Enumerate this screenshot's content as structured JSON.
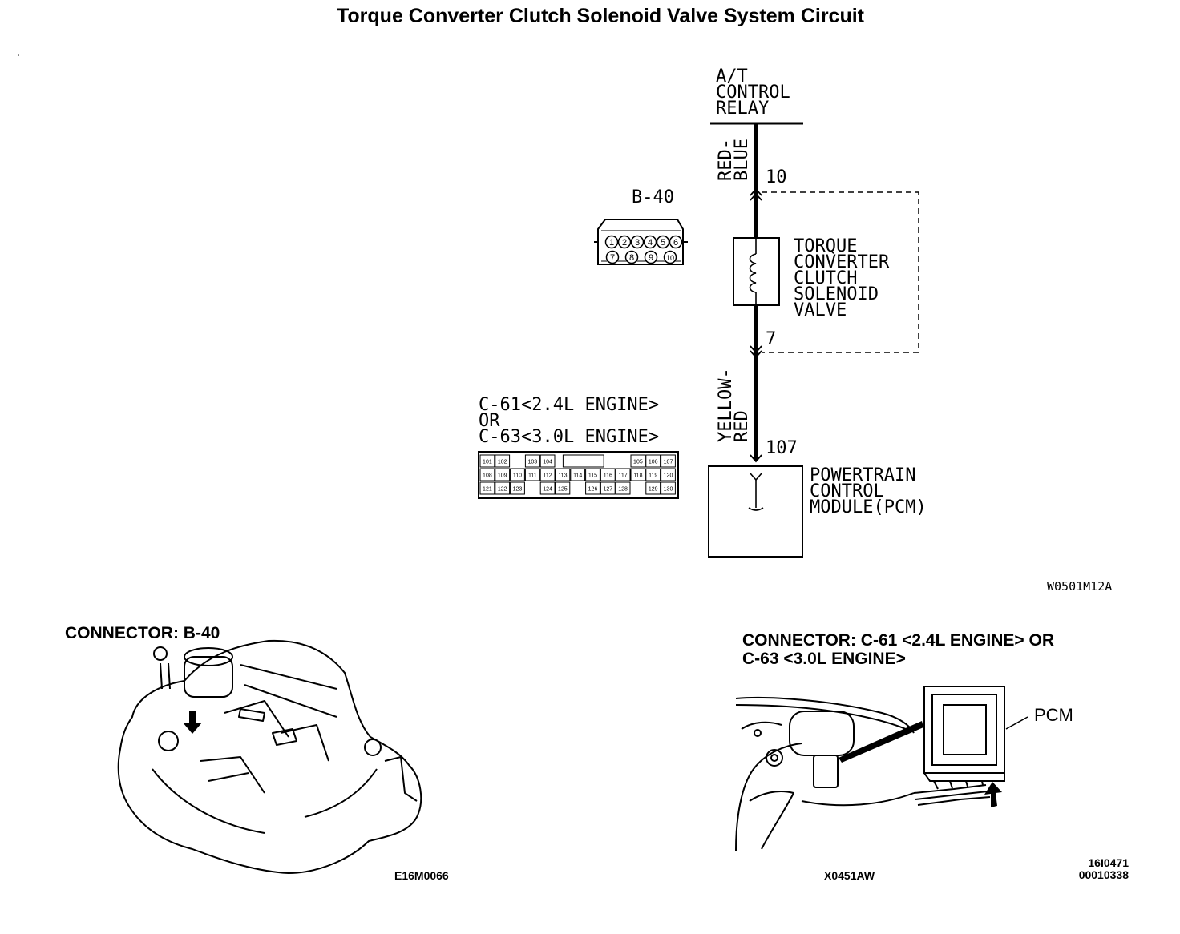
{
  "title": "Torque Converter Clutch Solenoid Valve System Circuit",
  "relay_label": [
    "A/T",
    "CONTROL",
    "RELAY"
  ],
  "wire_top_color": [
    "RED-",
    "BLUE"
  ],
  "wire_bottom_color": [
    "YELLOW-",
    "RED"
  ],
  "pins": {
    "top": "10",
    "mid": "7",
    "bottom": "107"
  },
  "solenoid_label": [
    "TORQUE",
    "CONVERTER",
    "CLUTCH",
    "SOLENOID",
    "VALVE"
  ],
  "pcm_label": [
    "POWERTRAIN",
    "CONTROL",
    "MODULE(PCM)"
  ],
  "b40": {
    "label": "B-40",
    "top_pins": [
      "1",
      "2",
      "3",
      "4",
      "5",
      "6"
    ],
    "bottom_pins": [
      "7",
      "8",
      "9",
      "10"
    ]
  },
  "c61": {
    "label_lines": [
      "C-61<2.4L ENGINE>",
      "OR",
      "C-63<3.0L ENGINE>"
    ],
    "row1": [
      "101",
      "102",
      "",
      "103",
      "104",
      "",
      "",
      "",
      "",
      "",
      "105",
      "106",
      "107"
    ],
    "row2": [
      "108",
      "109",
      "110",
      "111",
      "112",
      "113",
      "114",
      "115",
      "116",
      "117",
      "118",
      "119",
      "120"
    ],
    "row3": [
      "121",
      "122",
      "123",
      "",
      "124",
      "125",
      "",
      "126",
      "127",
      "128",
      "",
      "129",
      "130"
    ]
  },
  "diagram_code": "W0501M12A",
  "connector_b40": {
    "heading": "CONNECTOR: B-40",
    "code": "E16M0066"
  },
  "connector_c61": {
    "heading_lines": [
      "CONNECTOR: C-61 <2.4L ENGINE> OR",
      "C-63 <3.0L ENGINE>"
    ],
    "pcm_callout": "PCM",
    "code": "X0451AW"
  },
  "footer_codes": [
    "16I0471",
    "00010338"
  ]
}
